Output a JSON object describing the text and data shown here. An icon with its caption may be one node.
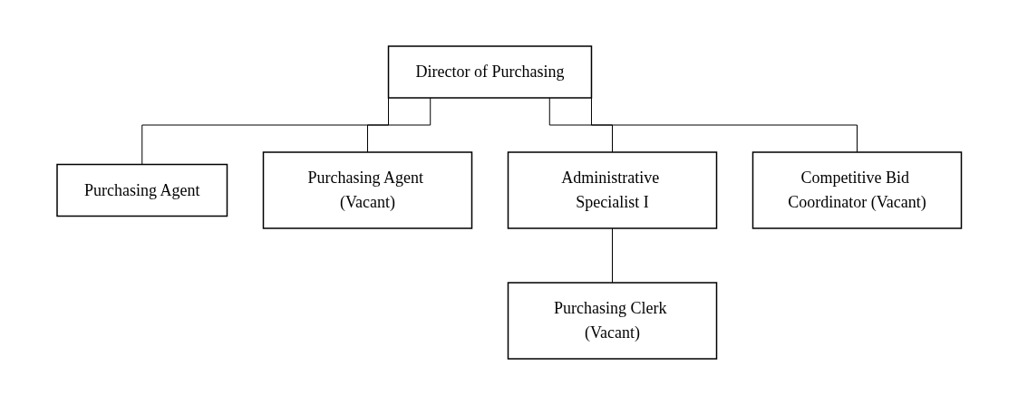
{
  "diagram": {
    "nodes": [
      {
        "text": [
          "Director of Purchasing"
        ]
      },
      {
        "text": [
          "Purchasing Agent"
        ]
      },
      {
        "text": [
          "Purchasing Agent (Vacant)"
        ]
      },
      {
        "text": [
          "Administrative Specialist I"
        ]
      },
      {
        "text": [
          "Competitive Bid Coordinator (Vacant)"
        ]
      },
      {
        "text": [
          "Purchasing Clerk (Vacant)"
        ]
      }
    ],
    "edges": [
      {
        "from": 0,
        "to": 1,
        "arrow": "none"
      },
      {
        "from": 0,
        "to": 2,
        "arrow": "none"
      },
      {
        "from": 0,
        "to": 3,
        "arrow": "none"
      },
      {
        "from": 0,
        "to": 4,
        "arrow": "none"
      },
      {
        "from": 3,
        "to": 5,
        "arrow": "none"
      }
    ]
  }
}
